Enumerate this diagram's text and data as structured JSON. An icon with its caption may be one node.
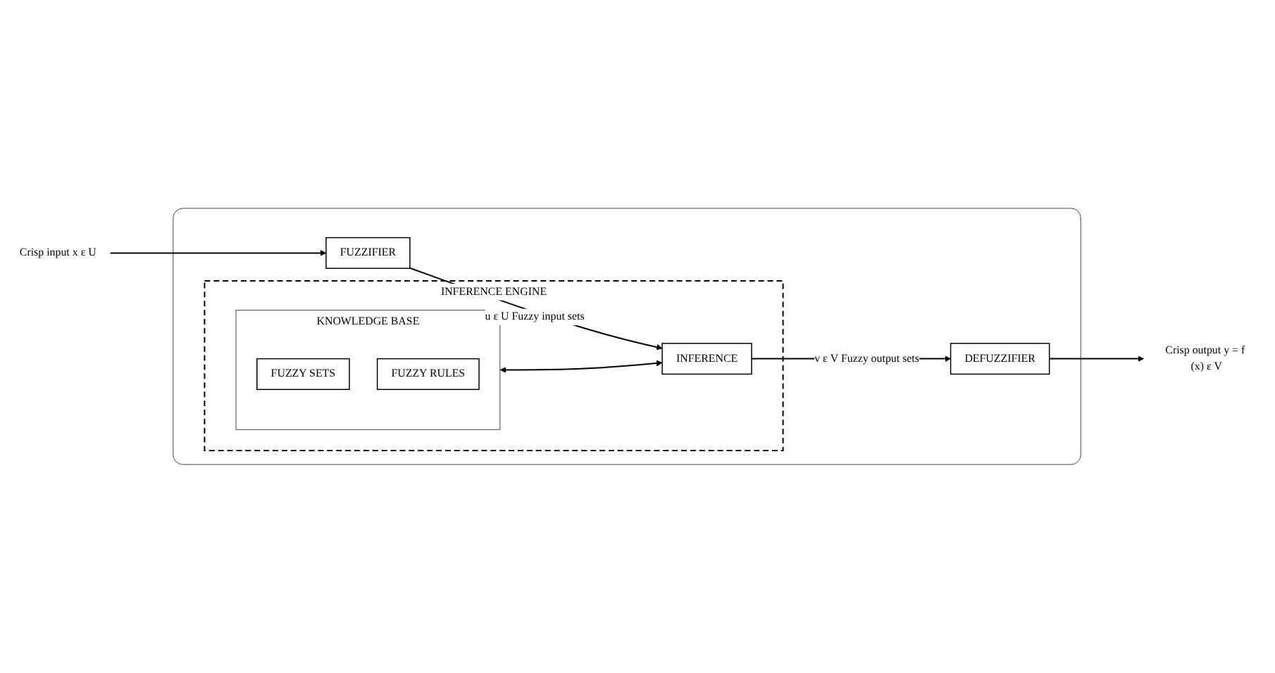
{
  "diagram": {
    "nodes": [
      {
        "text": [],
        "shape": "box"
      },
      {
        "text": [
          "Crisp input x ε U"
        ]
      },
      {
        "text": [
          "INFERENCE ENGINE"
        ],
        "in": 0
      },
      {
        "text": [
          "KNOWLEDGE BASE"
        ],
        "in": 2
      },
      {
        "text": [
          "FUZZY SETS"
        ],
        "in": 3
      },
      {
        "text": [
          "FUZZY RULES"
        ],
        "in": 3
      },
      {
        "text": [
          "FUZZIFIER"
        ],
        "in": 0
      },
      {
        "text": [
          "DEFUZZIFIER"
        ],
        "in": 0
      },
      {
        "text": [
          "INFERENCE"
        ],
        "in": 2
      },
      {
        "text": [
          "Crisp output y = f (x) ε V"
        ]
      }
    ],
    "edges": [
      {
        "from": 1,
        "to": 6,
        "arrow": "to"
      },
      {
        "from": 6,
        "to": 8,
        "arrow": "to",
        "label": "u ε U Fuzzy input sets"
      },
      {
        "from": 3,
        "to": 8,
        "arrow": "both"
      },
      {
        "from": 8,
        "to": 7,
        "arrow": "to",
        "label": "v ε V Fuzzy output sets"
      },
      {
        "from": 7,
        "to": 9,
        "arrow": "to"
      }
    ]
  }
}
